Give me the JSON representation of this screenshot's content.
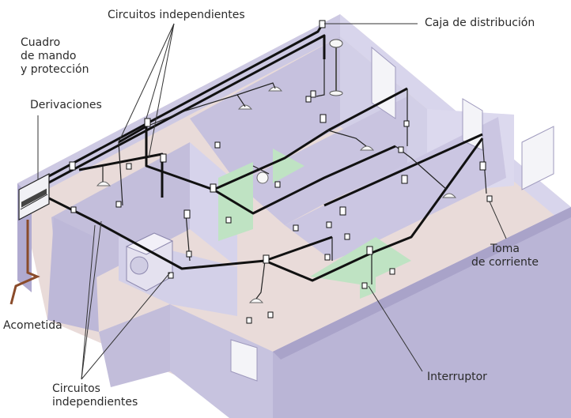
{
  "labels": {
    "circuitos_top": "Circuitos independientes",
    "caja": "Caja de distribución",
    "cuadro": [
      "Cuadro",
      "de mando",
      "y protección"
    ],
    "derivaciones": "Derivaciones",
    "acometida": "Acometida",
    "circuitos_bottom": [
      "Circuitos",
      "independientes"
    ],
    "interruptor": "Interruptor",
    "toma": [
      "Toma",
      "de corriente"
    ]
  },
  "colors": {
    "wall_top": "#cdc9e3",
    "wall_side": "#d8d5ec",
    "wall_front": "#b9b4d6",
    "floor": "#e9dbd9",
    "door": "#bfe3c3",
    "wire": "#111111",
    "leader": "#333333",
    "acometida": "#8a4b2a"
  }
}
